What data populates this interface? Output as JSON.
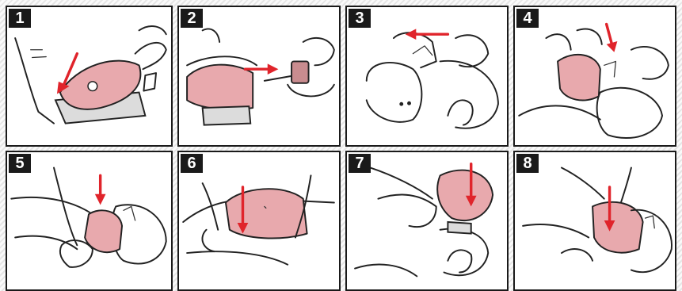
{
  "panels": [
    {
      "number": "1",
      "icon": "mask-unfold-icon",
      "arrow": "down-left"
    },
    {
      "number": "2",
      "icon": "mask-valve-attach-icon",
      "arrow": "right"
    },
    {
      "number": "3",
      "icon": "head-tilt-icon",
      "arrow": "left"
    },
    {
      "number": "4",
      "icon": "mask-position-nose-icon",
      "arrow": "down"
    },
    {
      "number": "5",
      "icon": "mask-seal-chin-icon",
      "arrow": "down"
    },
    {
      "number": "6",
      "icon": "mask-press-face-icon",
      "arrow": "down"
    },
    {
      "number": "7",
      "icon": "mask-hold-side-icon",
      "arrow": "down"
    },
    {
      "number": "8",
      "icon": "mask-chin-lift-icon",
      "arrow": "down"
    }
  ],
  "colors": {
    "badge": "#1a1a1a",
    "badge_text": "#ffffff",
    "mask": "#e8a9ad",
    "arrow": "#e0242b",
    "outline": "#222222"
  }
}
